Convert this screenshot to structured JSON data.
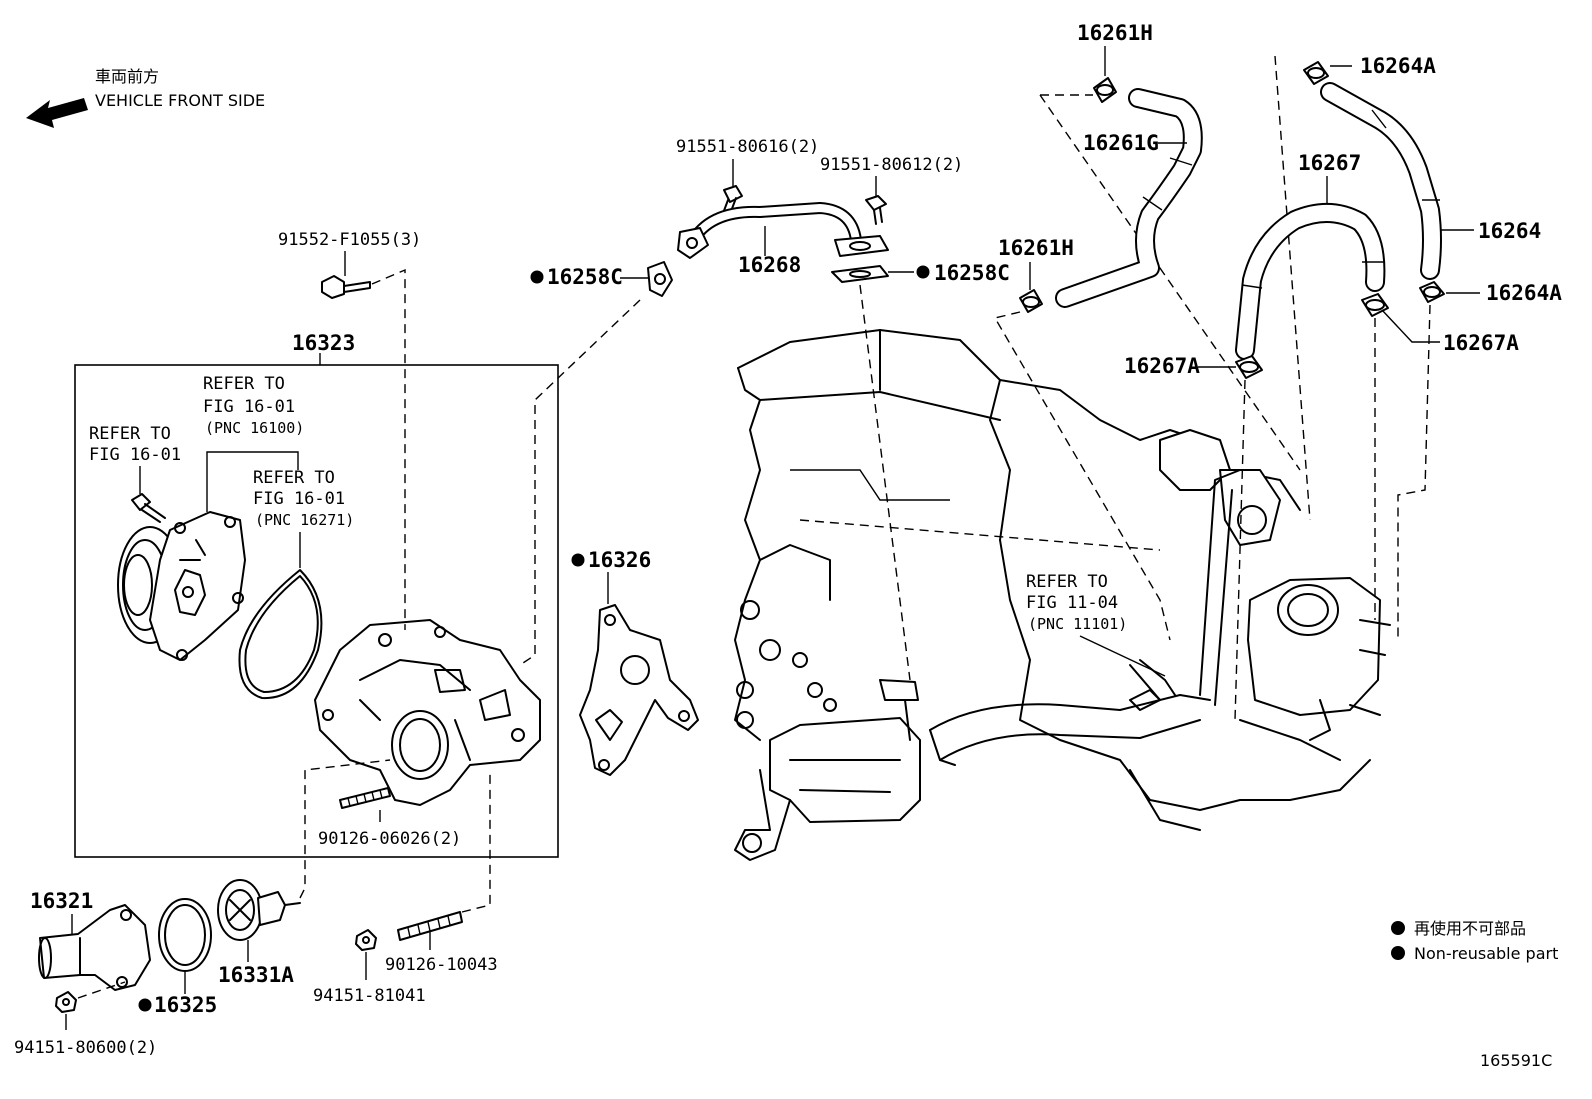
{
  "orientation": {
    "label_jp": "車両前方",
    "label_en": "VEHICLE FRONT SIDE",
    "icon": "arrow-left-icon"
  },
  "callouts": {
    "p16261H_top": "16261H",
    "p16264A_top": "16264A",
    "p91551_80616": "91551-80616(2)",
    "p16261G": "16261G",
    "p91551_80612": "91551-80612(2)",
    "p16267": "16267",
    "p16264": "16264",
    "p91552_F1055": "91552-F1055(3)",
    "p16258C_left": "16258C",
    "p16268": "16268",
    "p16258C_right": "16258C",
    "p16261H_mid": "16261H",
    "p16264A_right": "16264A",
    "p16267A_right": "16267A",
    "p16323": "16323",
    "p16267A_left": "16267A",
    "p16326": "16326",
    "p90126_06026": "90126-06026(2)",
    "p16321": "16321",
    "p16331A": "16331A",
    "p16325": "16325",
    "p90126_10043": "90126-10043",
    "p94151_81041": "94151-81041",
    "p94151_80600": "94151-80600(2)"
  },
  "references": {
    "ref_a": {
      "line1": "REFER TO",
      "line2": "FIG 16-01",
      "line3": "(PNC 16100)"
    },
    "ref_b": {
      "line1": "REFER TO",
      "line2": "FIG 16-01"
    },
    "ref_c": {
      "line1": "REFER TO",
      "line2": "FIG 16-01",
      "line3": "(PNC 16271)"
    },
    "ref_d": {
      "line1": "REFER TO",
      "line2": "FIG 11-04",
      "line3": "(PNC 11101)"
    }
  },
  "legend": {
    "symbol": "filled-circle-icon",
    "text_jp": "再使用不可部品",
    "text_en": "Non-reusable part"
  },
  "figure_code": "165591C"
}
